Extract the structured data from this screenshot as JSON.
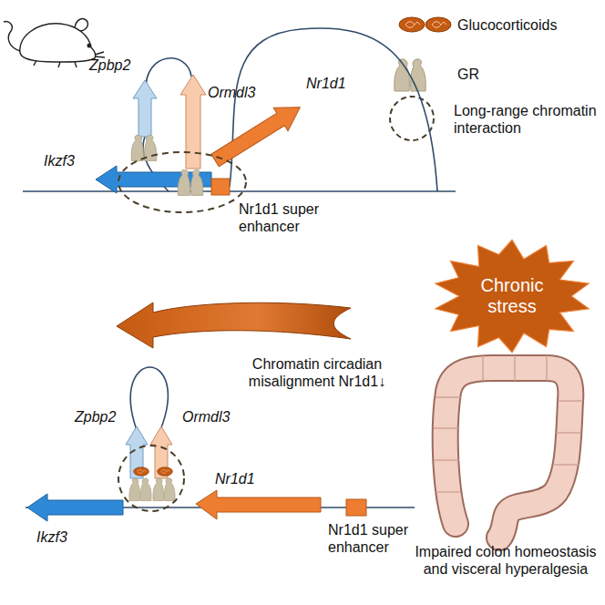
{
  "diagram": {
    "nodes": [
      {
        "text": [
          "Chronic stress"
        ]
      }
    ],
    "labels": [
      "Zpbp2",
      "Ormdl3",
      "Nr1d1",
      "Ikzf3",
      "Nr1d1 super enhancer",
      "Chromatin circadian misalignment Nr1d1↓",
      "Zpbp2",
      "Ormdl3",
      "Nr1d1",
      "Nr1d1 super enhancer",
      "Ikzf3",
      "Impaired colon homeostasis and visceral hyperalgesia"
    ],
    "legend": [
      {
        "text": "Glucocorticoids"
      },
      {
        "text": "GR"
      },
      {
        "text": "Long-range chromatin interaction"
      }
    ]
  }
}
